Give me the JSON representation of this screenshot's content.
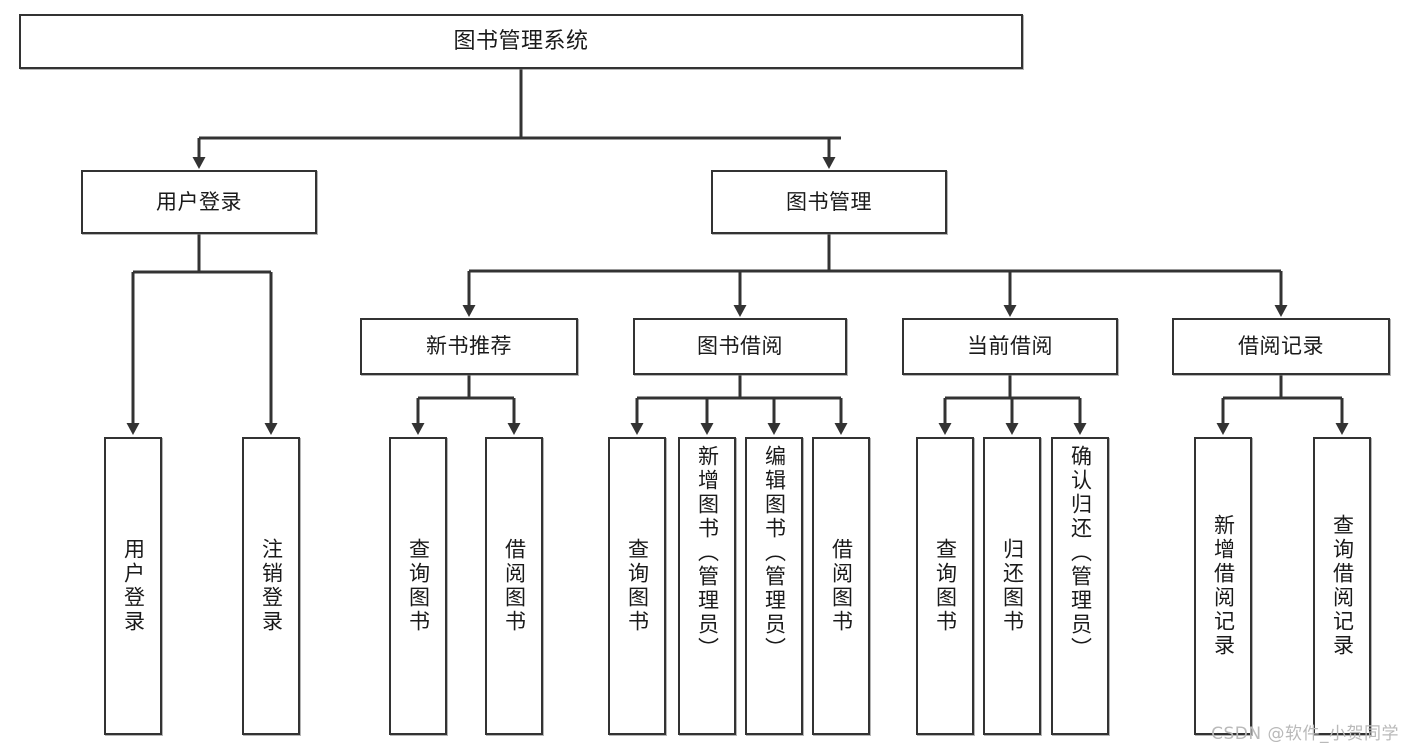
{
  "diagram": {
    "type": "tree",
    "title": "图书管理系统",
    "watermark": "CSDN @软件_小贺同学",
    "colors": {
      "node_border": "#333333",
      "node_fill": "#ffffff",
      "edge": "#333333",
      "watermark": "#b9b9b9"
    },
    "nodes": {
      "root": {
        "label": "图书管理系统"
      },
      "level2": [
        {
          "id": "user-login",
          "label": "用户登录"
        },
        {
          "id": "book-manage",
          "label": "图书管理"
        }
      ],
      "level3": [
        {
          "id": "new-book-recommend",
          "label": "新书推荐"
        },
        {
          "id": "book-borrow",
          "label": "图书借阅"
        },
        {
          "id": "current-borrow",
          "label": "当前借阅"
        },
        {
          "id": "borrow-record",
          "label": "借阅记录"
        }
      ],
      "leaves": [
        {
          "id": "leaf-user-login",
          "label": "用户登录",
          "parent": "user-login"
        },
        {
          "id": "leaf-user-logout",
          "label": "注销登录",
          "parent": "user-login"
        },
        {
          "id": "leaf-query-book-1",
          "label": "查询图书",
          "parent": "new-book-recommend"
        },
        {
          "id": "leaf-borrow-book-1",
          "label": "借阅图书",
          "parent": "new-book-recommend"
        },
        {
          "id": "leaf-query-book-2",
          "label": "查询图书",
          "parent": "book-borrow"
        },
        {
          "id": "leaf-add-book",
          "label": "新增图书（管理员）",
          "parent": "book-borrow"
        },
        {
          "id": "leaf-edit-book",
          "label": "编辑图书（管理员）",
          "parent": "book-borrow"
        },
        {
          "id": "leaf-borrow-book-2",
          "label": "借阅图书",
          "parent": "book-borrow"
        },
        {
          "id": "leaf-query-book-3",
          "label": "查询图书",
          "parent": "current-borrow"
        },
        {
          "id": "leaf-return-book",
          "label": "归还图书",
          "parent": "current-borrow"
        },
        {
          "id": "leaf-confirm-return",
          "label": "确认归还（管理员）",
          "parent": "current-borrow"
        },
        {
          "id": "leaf-add-record",
          "label": "新增借阅记录",
          "parent": "borrow-record"
        },
        {
          "id": "leaf-query-record",
          "label": "查询借阅记录",
          "parent": "borrow-record"
        }
      ]
    }
  }
}
